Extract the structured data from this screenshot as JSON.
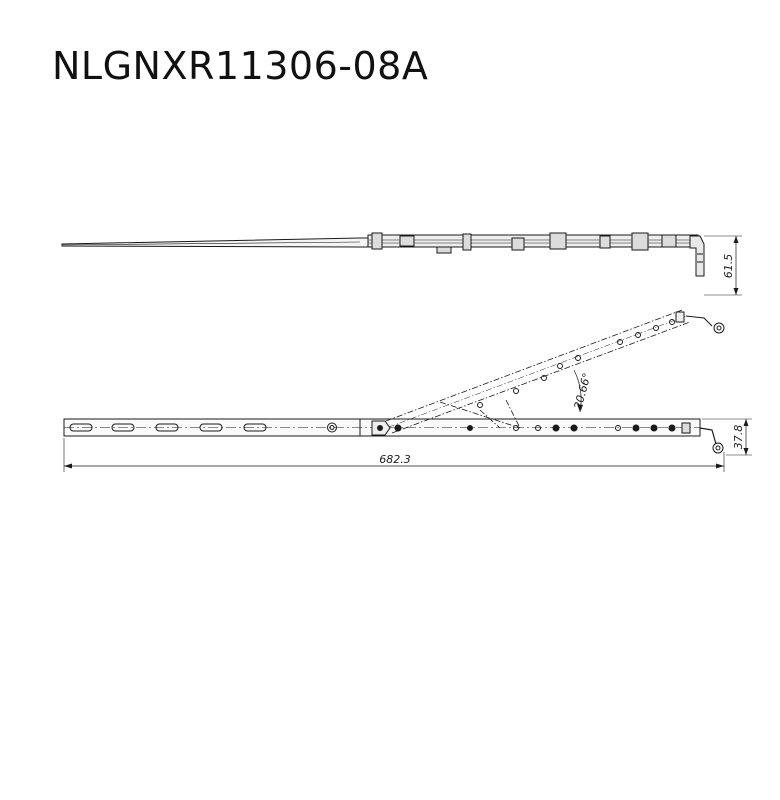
{
  "title": "NLGNXR11306-08A",
  "dimensions": {
    "height_side": "61.5",
    "angle": "20.66°",
    "length": "682.3",
    "height_front": "37.8"
  },
  "colors": {
    "line": "#1a1a1a",
    "background": "#ffffff"
  }
}
